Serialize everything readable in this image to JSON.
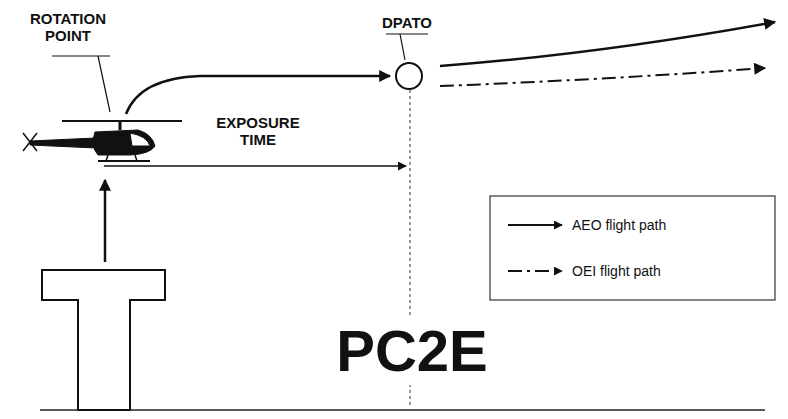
{
  "diagram": {
    "labels": [
      "ROTATION POINT",
      "DPATO",
      "EXPOSURE TIME",
      "PC2E"
    ],
    "legend": [
      {
        "text": "AEO flight path"
      },
      {
        "text": "OEI flight path"
      }
    ]
  }
}
